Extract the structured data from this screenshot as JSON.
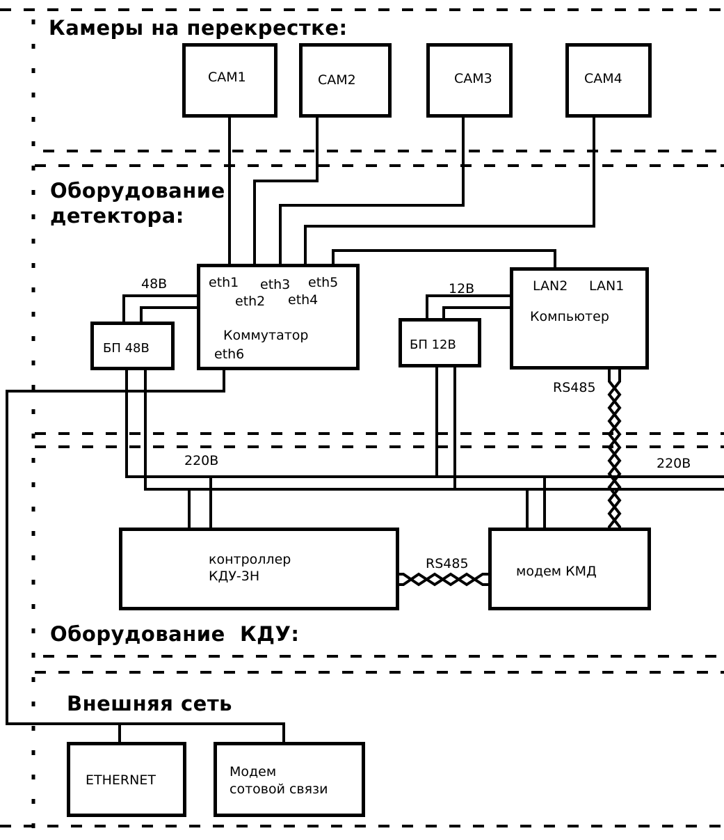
{
  "zones": {
    "cameras": "Камеры на перекрестке:",
    "detector": "Оборудование\nдетектора:",
    "kdu": "Оборудование  КДУ:",
    "network": "Внешняя сеть"
  },
  "cameras": [
    "CAM1",
    "CAM2",
    "CAM3",
    "CAM4"
  ],
  "switch": {
    "title": "Коммутатор",
    "ports": {
      "eth1": "eth1",
      "eth2": "eth2",
      "eth3": "eth3",
      "eth4": "eth4",
      "eth5": "eth5",
      "eth6": "eth6"
    }
  },
  "psu48": "БП 48В",
  "psu12": "БП 12В",
  "computer": {
    "title": "Компьютер",
    "lan2": "LAN2",
    "lan1": "LAN1"
  },
  "controller": {
    "line1": "контроллер",
    "line2": "КДУ-3Н"
  },
  "modem_kmd": "модем КМД",
  "ethernet": "ETHERNET",
  "cell_modem": {
    "line1": "Модем",
    "line2": "сотовой связи"
  },
  "wire_labels": {
    "v48": "48В",
    "v12": "12В",
    "v220_left": "220В",
    "v220_right": "220В",
    "rs485_top": "RS485",
    "rs485_mid": "RS485"
  }
}
